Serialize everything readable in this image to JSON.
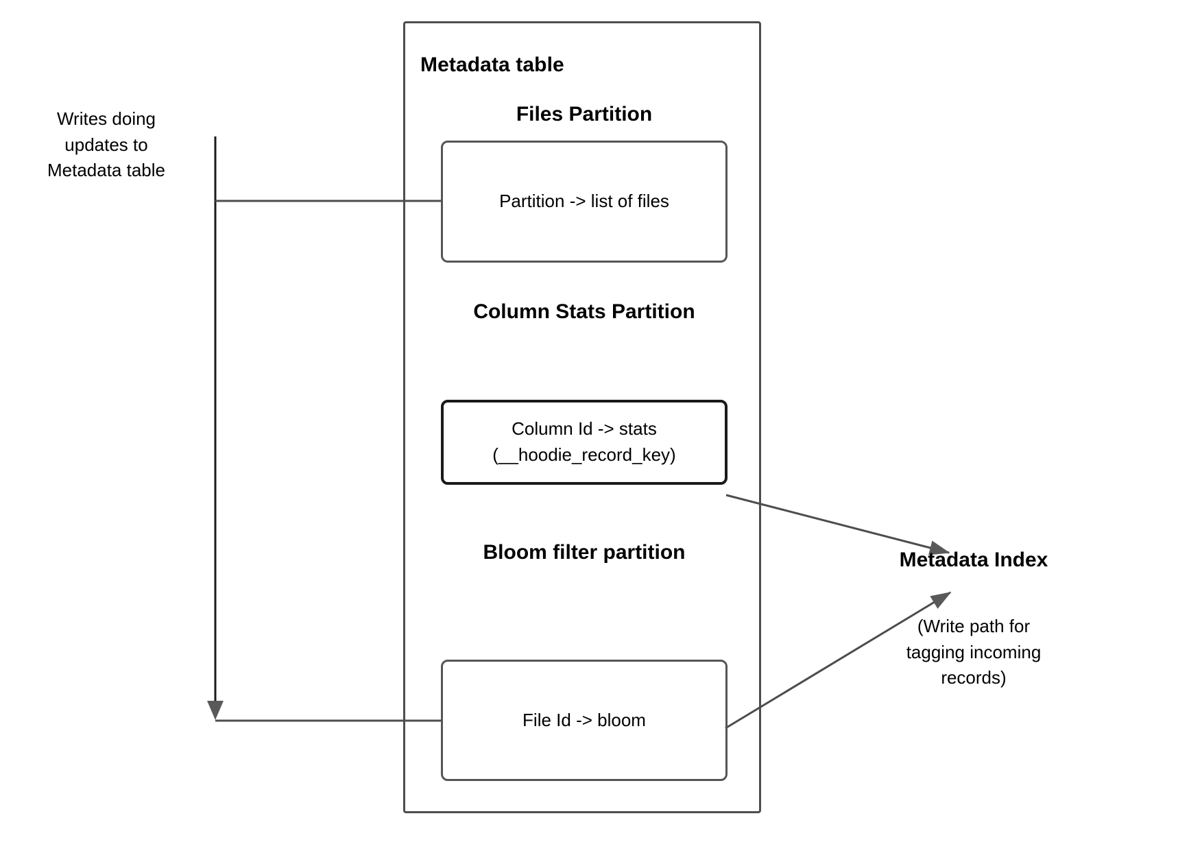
{
  "diagram": {
    "container": {
      "title": "Metadata table"
    },
    "partitions": [
      {
        "heading": "Files Partition",
        "box_text": "Partition -> list of files"
      },
      {
        "heading": "Column Stats\nPartition",
        "box_text": "Column Id  -> stats\n(__hoodie_record_key)"
      },
      {
        "heading": "Bloom filter\npartition",
        "box_text": "File Id -> bloom"
      }
    ],
    "left_annotation": "Writes doing\nupdates to\nMetadata table",
    "right_annotation": {
      "title": "Metadata Index",
      "caption": "(Write path for\ntagging incoming\nrecords)"
    },
    "colors": {
      "stroke": "#4d4d4d",
      "stroke_strong": "#1a1a1a",
      "text": "#000000",
      "background": "#ffffff"
    }
  }
}
